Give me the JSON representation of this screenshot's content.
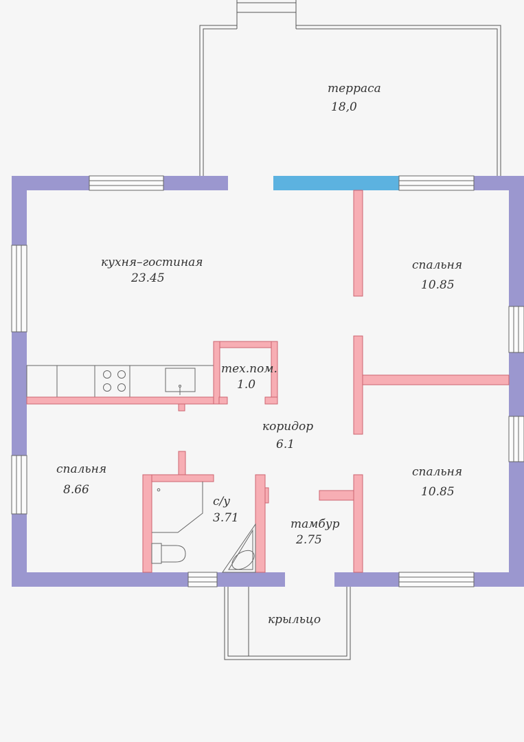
{
  "colors": {
    "background": "#f6f6f6",
    "exterior_wall": "#9b97cf",
    "interior_wall": "#f7aeb4",
    "interior_wall_stroke": "#cc6470",
    "window_highlight": "#5cb2e0",
    "line": "#555555"
  },
  "rooms": {
    "terrace": {
      "name": "терраса",
      "area": "18,0"
    },
    "kitchen_living": {
      "name": "кухня–гостиная",
      "area": "23.45"
    },
    "bedroom_top_right": {
      "name": "спальня",
      "area": "10.85"
    },
    "bedroom_bottom_right": {
      "name": "спальня",
      "area": "10.85"
    },
    "bedroom_left": {
      "name": "спальня",
      "area": "8.66"
    },
    "tech_room": {
      "name": "тех.пом.",
      "area": "1.0"
    },
    "corridor": {
      "name": "коридор",
      "area": "6.1"
    },
    "bathroom": {
      "name": "с/у",
      "area": "3.71"
    },
    "vestibule": {
      "name": "тамбур",
      "area": "2.75"
    },
    "porch": {
      "name": "крыльцо"
    }
  },
  "fixtures": [
    "stove-icon",
    "sink-icon",
    "toilet-icon",
    "bathtub-icon",
    "washbasin-icon"
  ]
}
